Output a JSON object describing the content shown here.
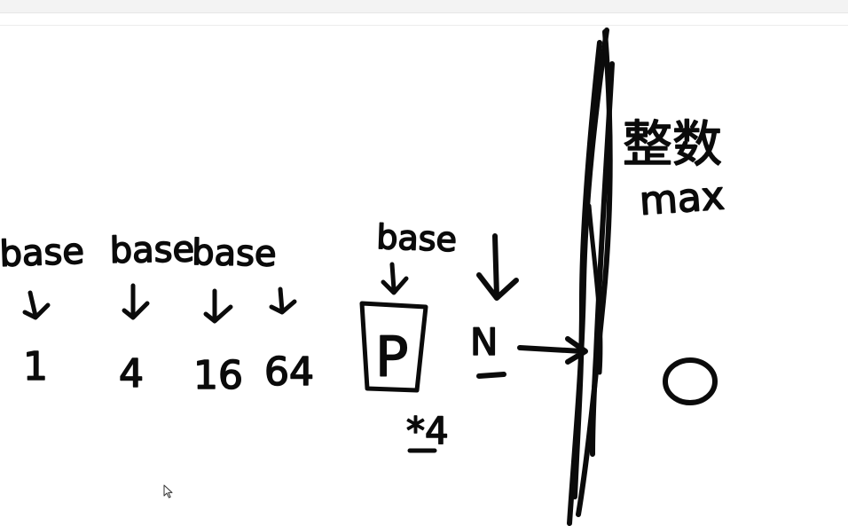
{
  "labels": {
    "base": "base",
    "middle_base": "base",
    "values": [
      "1",
      "4",
      "16",
      "64"
    ],
    "box_letter": "P",
    "times_four": "*4",
    "n_letter": "N",
    "chinese_note": "整数",
    "max_note": "max",
    "zero": "0"
  }
}
